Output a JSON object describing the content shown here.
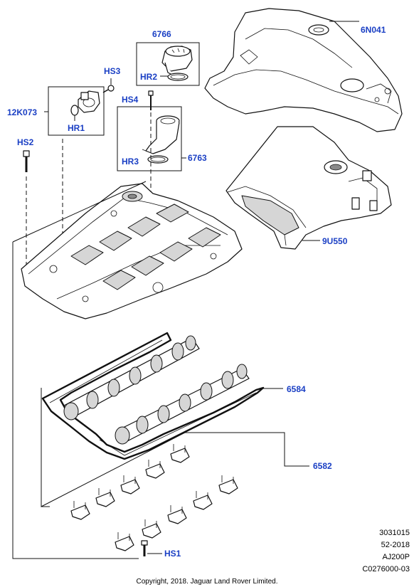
{
  "labels": {
    "p6N041": "6N041",
    "p6766": "6766",
    "pHR2": "HR2",
    "pHS3": "HS3",
    "pHS4": "HS4",
    "p12K073": "12K073",
    "pHR1": "HR1",
    "pHS2": "HS2",
    "pHR3": "HR3",
    "p6763": "6763",
    "p9U550": "9U550",
    "p6584": "6584",
    "p6582": "6582",
    "pHS1": "HS1"
  },
  "info": {
    "line1": "3031015",
    "line2": "52-2018",
    "line3": "AJ200P",
    "line4": "C0276000-03"
  },
  "copyright": "Copyright, 2018. Jaguar Land Rover Limited.",
  "colors": {
    "label": "#1a3fc4",
    "line": "#111111"
  }
}
